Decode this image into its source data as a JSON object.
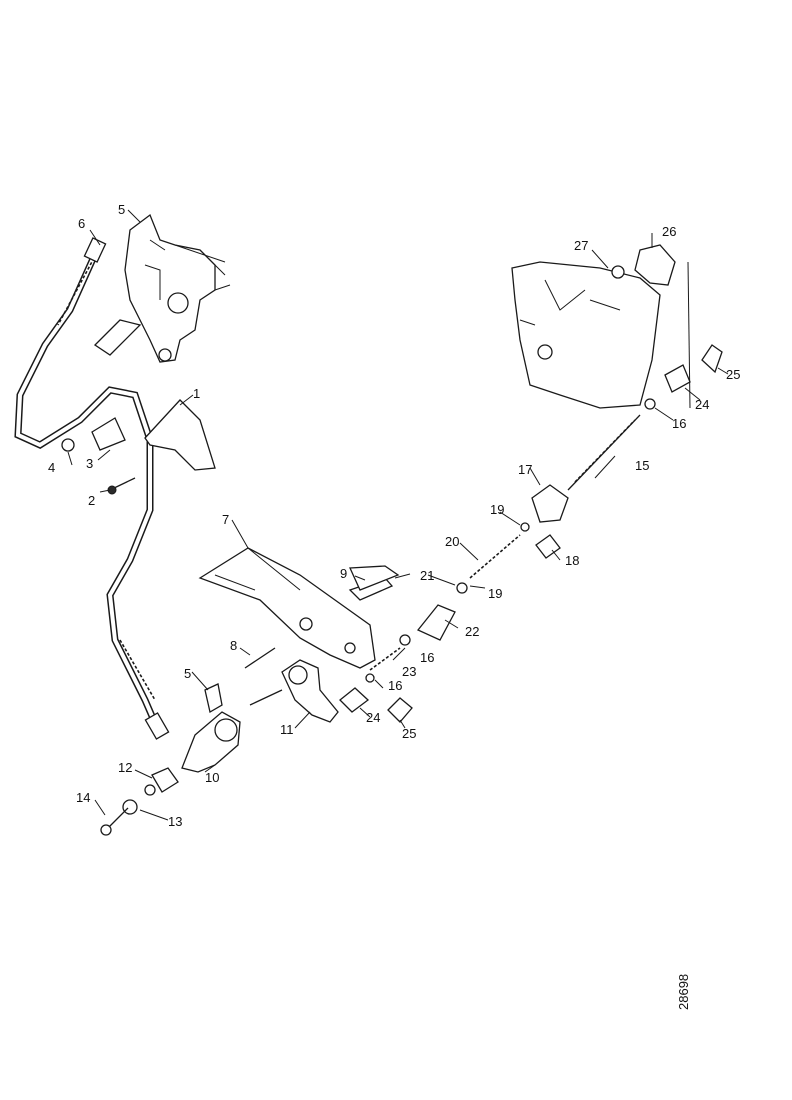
{
  "diagram": {
    "document_id": "28698",
    "callouts": [
      "1",
      "2",
      "3",
      "4",
      "5",
      "5",
      "6",
      "7",
      "8",
      "9",
      "10",
      "11",
      "12",
      "13",
      "14",
      "15",
      "16",
      "16",
      "16",
      "17",
      "18",
      "19",
      "19",
      "20",
      "21",
      "22",
      "23",
      "24",
      "24",
      "25",
      "25",
      "26",
      "27"
    ]
  }
}
